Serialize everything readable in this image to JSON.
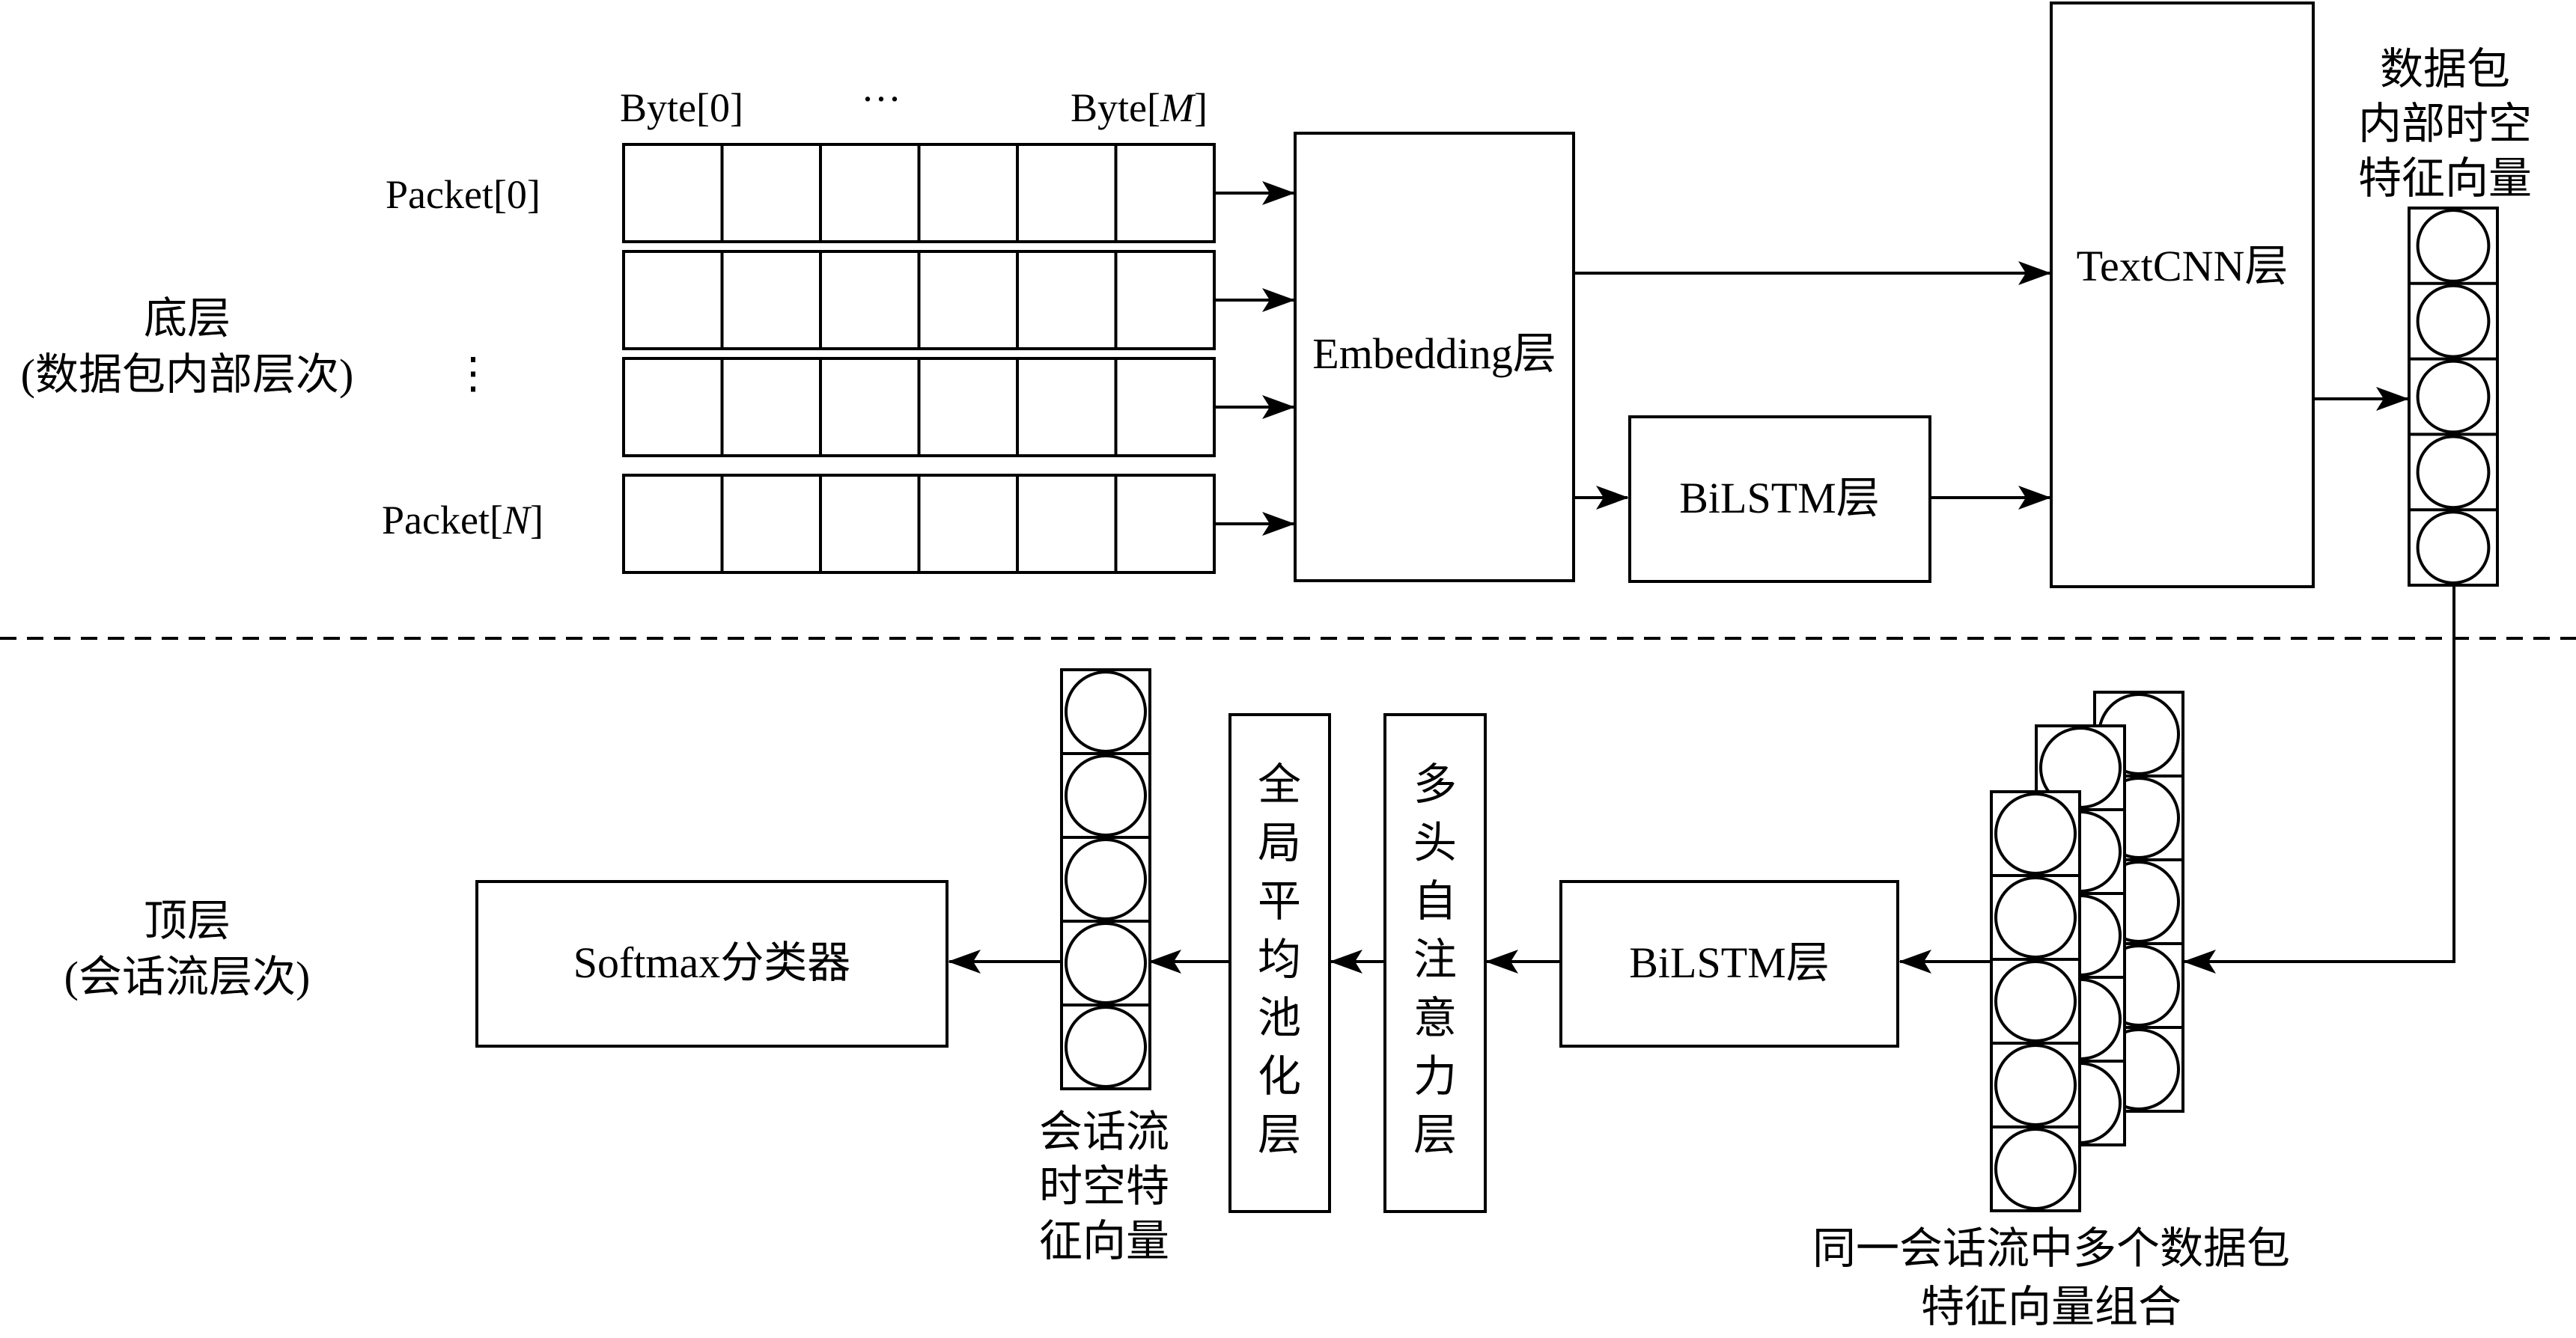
{
  "labels": {
    "byte_first": "Byte[0]",
    "byte_ellipsis": "···",
    "byte_last_prefix": "Byte[",
    "byte_last_var": "M",
    "byte_last_suffix": "]",
    "packet_first": "Packet[0]",
    "packet_dots": "⋮",
    "packet_last_prefix": "Packet[",
    "packet_last_var": "N",
    "packet_last_suffix": "]",
    "bottom_layer_line1": "底层",
    "bottom_layer_line2": "(数据包内部层次)",
    "top_layer_line1": "顶层",
    "top_layer_line2": "(会话流层次)",
    "embedding": "Embedding层",
    "bilstm_top": "BiLSTM层",
    "textcnn": "TextCNN层",
    "packet_vector_lines": [
      "数据包",
      "内部时空",
      "特征向量"
    ],
    "bilstm_bottom": "BiLSTM层",
    "attention_chars": [
      "多",
      "头",
      "自",
      "注",
      "意",
      "力",
      "层"
    ],
    "pooling_chars": [
      "全",
      "局",
      "平",
      "均",
      "池",
      "化",
      "层"
    ],
    "session_vector_lines": [
      "会话流",
      "时空特",
      "征向量"
    ],
    "softmax": "Softmax分类器",
    "combo_lines": [
      "同一会话流中多个数据包",
      "特征向量组合"
    ]
  }
}
